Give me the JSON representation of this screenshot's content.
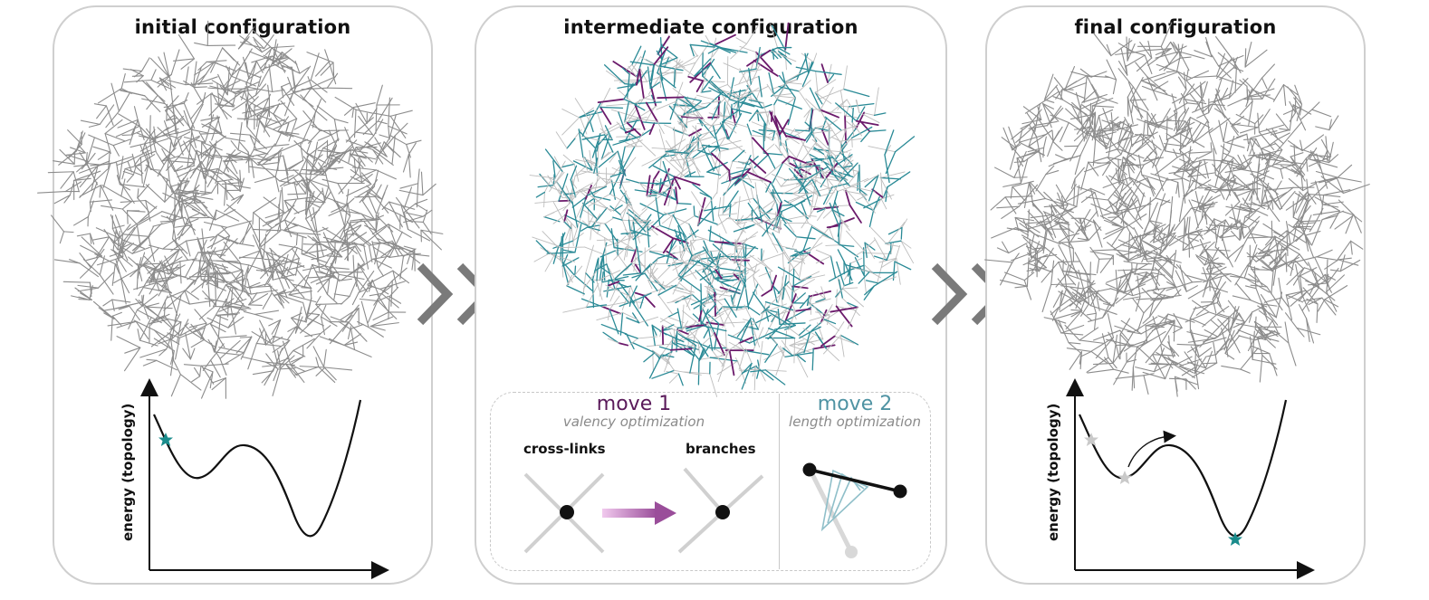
{
  "panels": {
    "initial": {
      "title": "initial configuration",
      "ylabel": "energy (topology)"
    },
    "intermediate": {
      "title": "intermediate configuration"
    },
    "final": {
      "title": "final configuration",
      "ylabel": "energy (topology)"
    }
  },
  "moves": {
    "move1": {
      "title": "move 1",
      "subtitle": "valency optimization",
      "left_label": "cross-links",
      "right_label": "branches"
    },
    "move2": {
      "title": "move 2",
      "subtitle": "length optimization"
    }
  },
  "colors": {
    "panel_border": "#cfcfcf",
    "network_gray": "#8c8c8c",
    "teal": "#2a8a96",
    "purple": "#6b1a6b",
    "star_teal": "#1a8c8c",
    "star_gray": "#c9c9c9",
    "chevron": "#7a7a7a",
    "move2_teal": "#4f93a3"
  }
}
